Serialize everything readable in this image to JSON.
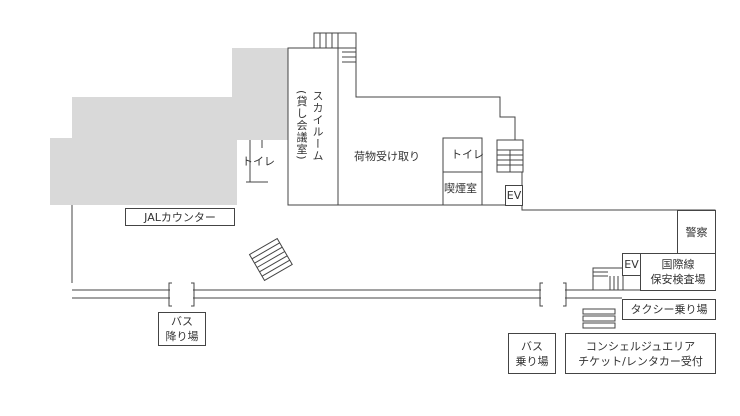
{
  "labels": {
    "sky_room": "スカイルーム",
    "sky_room_sub": "(貸し会議室)",
    "toilet_left": "トイレ",
    "baggage_claim": "荷物受け取り",
    "toilet_right": "トイレ",
    "smoking_room": "喫煙室",
    "ev_upper": "EV",
    "jal_counter": "JALカウンター",
    "police": "警察",
    "ev_lower": "EV",
    "security_line1": "国際線",
    "security_line2": "保安検査場",
    "taxi": "タクシー乗り場",
    "bus_drop_line1": "バス",
    "bus_drop_line2": "降り場",
    "bus_board_line1": "バス",
    "bus_board_line2": "乗り場",
    "concierge_line1": "コンシェルジュエリア",
    "concierge_line2": "チケット/レンタカー受付"
  },
  "colors": {
    "restricted_area": "#d9d9d9",
    "line": "#444444"
  }
}
